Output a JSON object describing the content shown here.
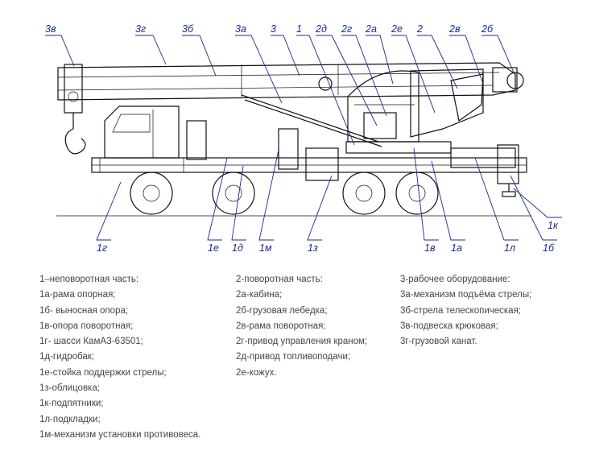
{
  "callouts": {
    "c3v_top": "3в",
    "c3g": "3г",
    "c3b": "3б",
    "c3a": "3а",
    "c3": "3",
    "c1": "1",
    "c2d": "2д",
    "c2g": "2г",
    "c2a": "2а",
    "c2e": "2е",
    "c2": "2",
    "c2v": "2в",
    "c2b": "2б",
    "c1g": "1г",
    "c1e": "1е",
    "c1d": "1д",
    "c1m": "1м",
    "c1z": "1з",
    "c1v": "1в",
    "c1a": "1а",
    "c1l": "1л",
    "c1b": "1б",
    "c1k": "1к"
  },
  "legend": {
    "col1": [
      "1–неповоротная часть:",
      "1а-рама опорная;",
      "1б- выносная опора;",
      "1в-опора поворотная;",
      "1г- шасси КамАЗ-63501;",
      "1д-гидробак;",
      "1е-стойка поддержки стрелы;",
      "1з-облицовка;",
      "1к-подпятники;",
      "1л-подкладки;",
      "1м-механизм установки противовеса."
    ],
    "col2": [
      "2-поворотная часть:",
      "2а-кабина;",
      "2б-грузовая лебедка;",
      "2в-рама поворотная;",
      "2г-привод управления краном;",
      "2д-привод топливоподачи;",
      "2е-кожух."
    ],
    "col3": [
      "3-рабочее оборудование:",
      "3а-механизм подъёма стрелы;",
      "3б-стрела телескопическая;",
      "3в-подвеска крюковая;",
      "3г-грузовой канат."
    ]
  }
}
